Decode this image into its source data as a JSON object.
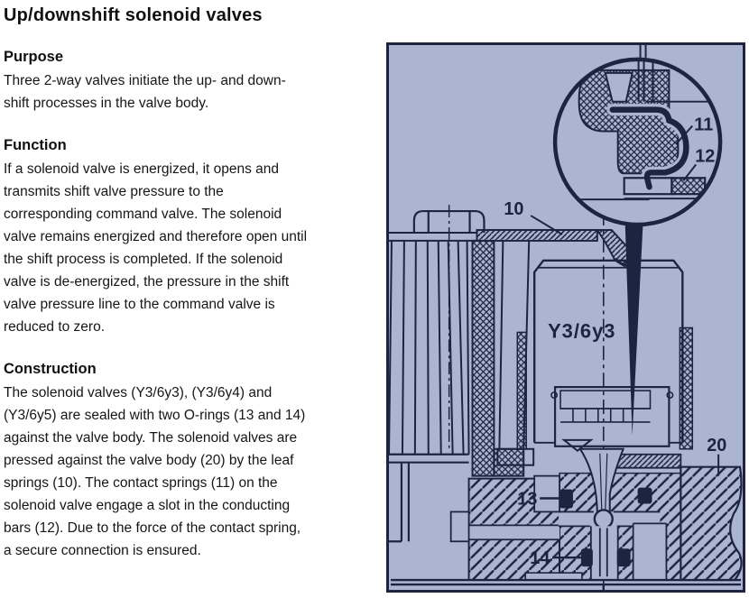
{
  "article": {
    "title": "Up/downshift solenoid valves",
    "sections": [
      {
        "heading": "Purpose",
        "body": "Three 2-way valves initiate the up- and down-\nshift processes in the valve body."
      },
      {
        "heading": "Function",
        "body": "If a solenoid valve is energized, it opens and\ntransmits shift valve pressure to the\ncorresponding command valve. The solenoid\nvalve remains energized and therefore open until\nthe shift process is completed. If the solenoid\nvalve is de-energized, the pressure in the shift\nvalve pressure line to the command valve is\nreduced to zero."
      },
      {
        "heading": "Construction",
        "body": "The solenoid valves (Y3/6y3), (Y3/6y4) and\n(Y3/6y5) are sealed with two O-rings (13 and 14)\nagainst the valve body. The solenoid valves are\npressed against the valve body (20) by the leaf\nsprings (10). The contact springs (11) on the\nsolenoid valve engage a slot in the conducting\nbars (12). Due to the force of the contact spring,\na secure connection is ensured."
      }
    ]
  },
  "diagram": {
    "background_color": "#abb5d1",
    "ink_color": "#1c2440",
    "component_label": "Y3/6y3",
    "callouts": {
      "leaf_spring": "10",
      "contact_spring": "11",
      "conducting_bar": "12",
      "oring_upper": "13",
      "oring_lower": "14",
      "valve_body": "20"
    }
  }
}
